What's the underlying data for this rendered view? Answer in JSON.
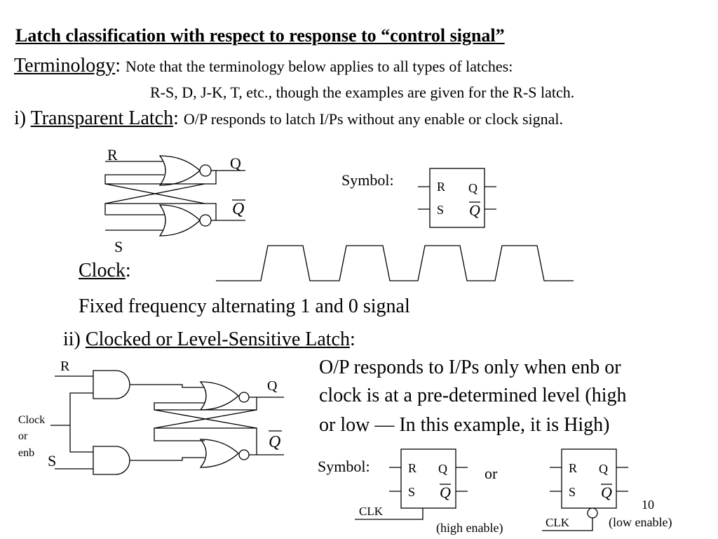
{
  "slide": {
    "title": "Latch classification with respect to response to “control signal”",
    "terminology_label": "Terminology",
    "terminology_text": "Note that the terminology below applies to all types of latches:",
    "terminology_text2": "R-S, D, J-K, T, etc., though the examples are given for the R-S latch.",
    "transparent_prefix": "i) ",
    "transparent_label": "Transparent Latch",
    "transparent_text": "O/P responds to latch I/Ps without any enable or clock signal.",
    "clock_label": "Clock",
    "clock_desc": "Fixed frequency alternating 1 and 0 signal",
    "clocked_prefix": "ii) ",
    "clocked_label": "Clocked or Level-Sensitive Latch",
    "clocked_desc_line1": "O/P responds to I/Ps only when enb or",
    "clocked_desc_line2": "clock is at a pre-determined level (high",
    "clocked_desc_line3": "or low — In this example, it is High)",
    "page_number": "10"
  },
  "diagram1": {
    "r_label": "R",
    "s_label": "S",
    "q_label": "Q",
    "qbar_label": "Q",
    "symbol_label": "Symbol:",
    "box_r": "R",
    "box_s": "S",
    "box_q": "Q",
    "box_qbar": "Q"
  },
  "diagram2": {
    "r_label": "R",
    "s_label": "S",
    "clock_label_1": "Clock",
    "clock_label_2": "or",
    "clock_label_3": "enb",
    "q_label": "Q",
    "qbar_label": "Q",
    "symbol_label": "Symbol:",
    "or_label": "or",
    "box1_r": "R",
    "box1_s": "S",
    "box1_q": "Q",
    "box1_qbar": "Q",
    "box1_clk": "CLK",
    "box1_caption": "(high enable)",
    "box2_r": "R",
    "box2_s": "S",
    "box2_q": "Q",
    "box2_qbar": "Q",
    "box2_clk": "CLK",
    "box2_caption": "(low enable)"
  }
}
